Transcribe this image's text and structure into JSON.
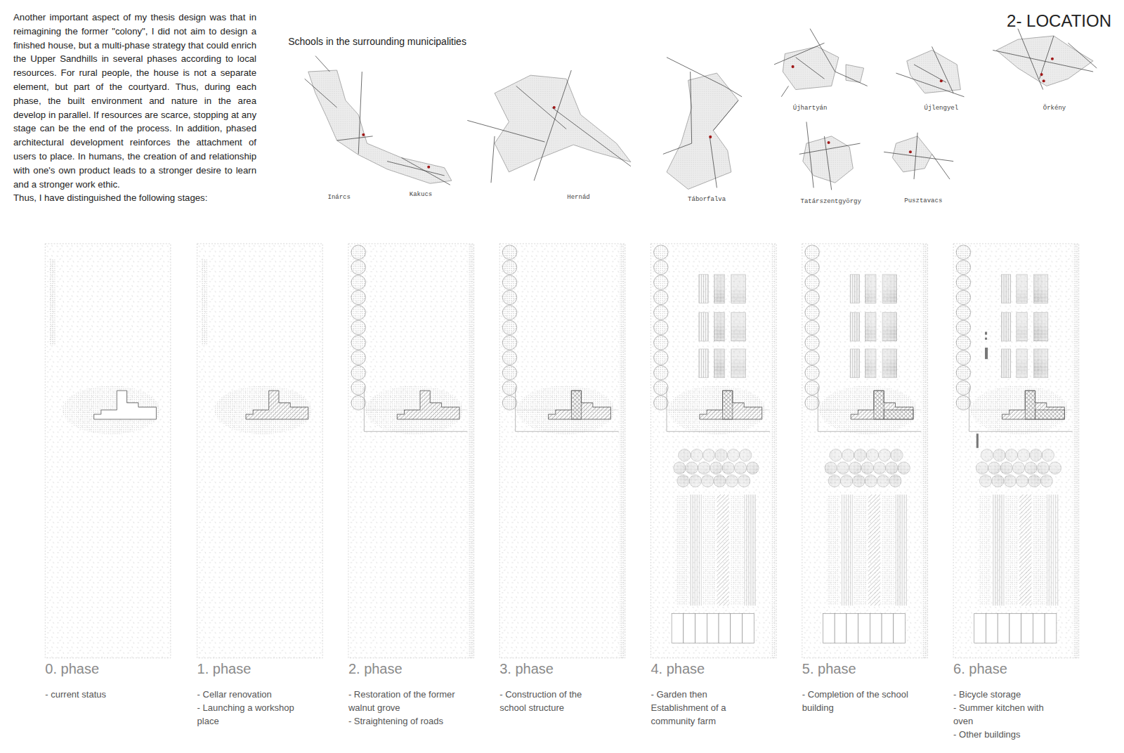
{
  "diagram": {
    "title": "2- LOCATION",
    "nodes": [
      {
        "text": [
          "0. phase",
          "- current status"
        ]
      },
      {
        "text": [
          "1. phase",
          "- Cellar renovation",
          "- Launching a workshop place"
        ]
      },
      {
        "text": [
          "2. phase",
          "- Restoration of the former walnut grove",
          "- Straightening of roads"
        ]
      },
      {
        "text": [
          "3. phase",
          "- Construction of the school structure"
        ]
      },
      {
        "text": [
          "4. phase",
          "- Garden then Establishment of a community farm"
        ]
      },
      {
        "text": [
          "5. phase",
          "- Completion of the school building"
        ]
      },
      {
        "text": [
          "6. phase",
          "- Bicycle storage",
          "- Summer kitchen with oven",
          "- Other buildings"
        ]
      }
    ],
    "labels": [
      "Another important aspect of my thesis design was that in reimagining the former \"colony\", I did not aim to design a finished house, but a multi-phase strategy that could enrich the Upper Sandhills in several phases according to local resources. For rural people, the house is not a separate element, but part of the courtyard. Thus, during each phase, the built environment and nature in the area develop in parallel. If resources are scarce, stopping at any stage can be the end of the process. In addition, phased architectural development reinforces the attachment of users to place. In humans, the creation of and relationship with one's own product leads to a stronger desire to learn and a stronger work ethic.",
      "Thus, I have distinguished the following stages:",
      "Schools in the surrounding municipalities",
      "Inárcs",
      "Kakucs",
      "Hernád",
      "Táborfalva",
      "Újhartyán",
      "Újlengyel",
      "Örkény",
      "Tatárszentgyörgy",
      "Pusztavacs"
    ]
  }
}
